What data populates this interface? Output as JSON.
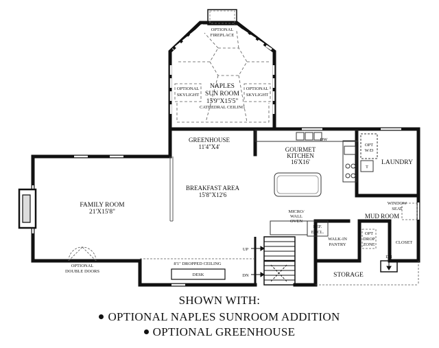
{
  "rooms": {
    "optional_fireplace": [
      "OPTIONAL",
      "FIREPLACE"
    ],
    "sunroom": [
      "NAPLES",
      "SUN ROOM",
      "15'9\"X15'5\"",
      "CATHEDRAL CEILING"
    ],
    "skylight_left": [
      "OPTIONAL",
      "SKYLIGHT"
    ],
    "skylight_right": [
      "OPTIONAL",
      "SKYLIGHT"
    ],
    "greenhouse": [
      "GREENHOUSE",
      "11'4\"X4'"
    ],
    "kitchen": [
      "GOURMET",
      "KITCHEN",
      "16'X16'"
    ],
    "dw": "DW",
    "opt_wd": [
      "OPT",
      "W/D"
    ],
    "t": "T",
    "laundry": "LAUNDRY",
    "breakfast": [
      "BREAKFAST AREA",
      "15'8\"X12'6"
    ],
    "family": [
      "FAMILY ROOM",
      "21'X15'8\""
    ],
    "micro": [
      "MICRO/",
      "WALL",
      "OVEN"
    ],
    "ref": [
      "REF.",
      "ENCL."
    ],
    "window_seat": [
      "WINDOW",
      "SEAT"
    ],
    "mud": "MUD ROOM",
    "walk_in": [
      "WALK-IN",
      "PANTRY"
    ],
    "opt_drop": [
      "OPT",
      "DROP",
      "ZONE"
    ],
    "closet": "CLOSET",
    "up": "UP",
    "dn_stair": "DN",
    "dn_mud": "DN",
    "double_doors": [
      "OPTIONAL",
      "DOUBLE DOORS"
    ],
    "dropped": "8'1\" DROPPED CEILING",
    "desk": "DESK",
    "storage": "STORAGE"
  },
  "caption": {
    "heading": "SHOWN WITH:",
    "items": [
      "OPTIONAL NAPLES SUNROOM ADDITION",
      "OPTIONAL GREENHOUSE"
    ]
  }
}
